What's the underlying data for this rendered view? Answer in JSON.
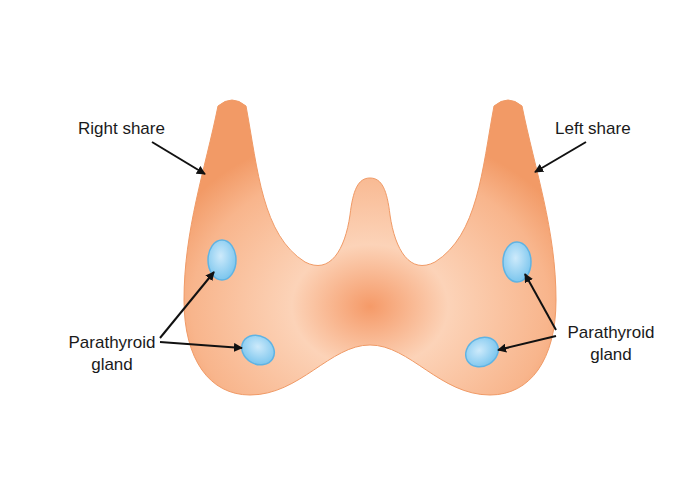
{
  "diagram": {
    "labels": [
      "Right share",
      "Left share",
      "Parathyroid gland",
      "Parathyroid gland"
    ]
  }
}
